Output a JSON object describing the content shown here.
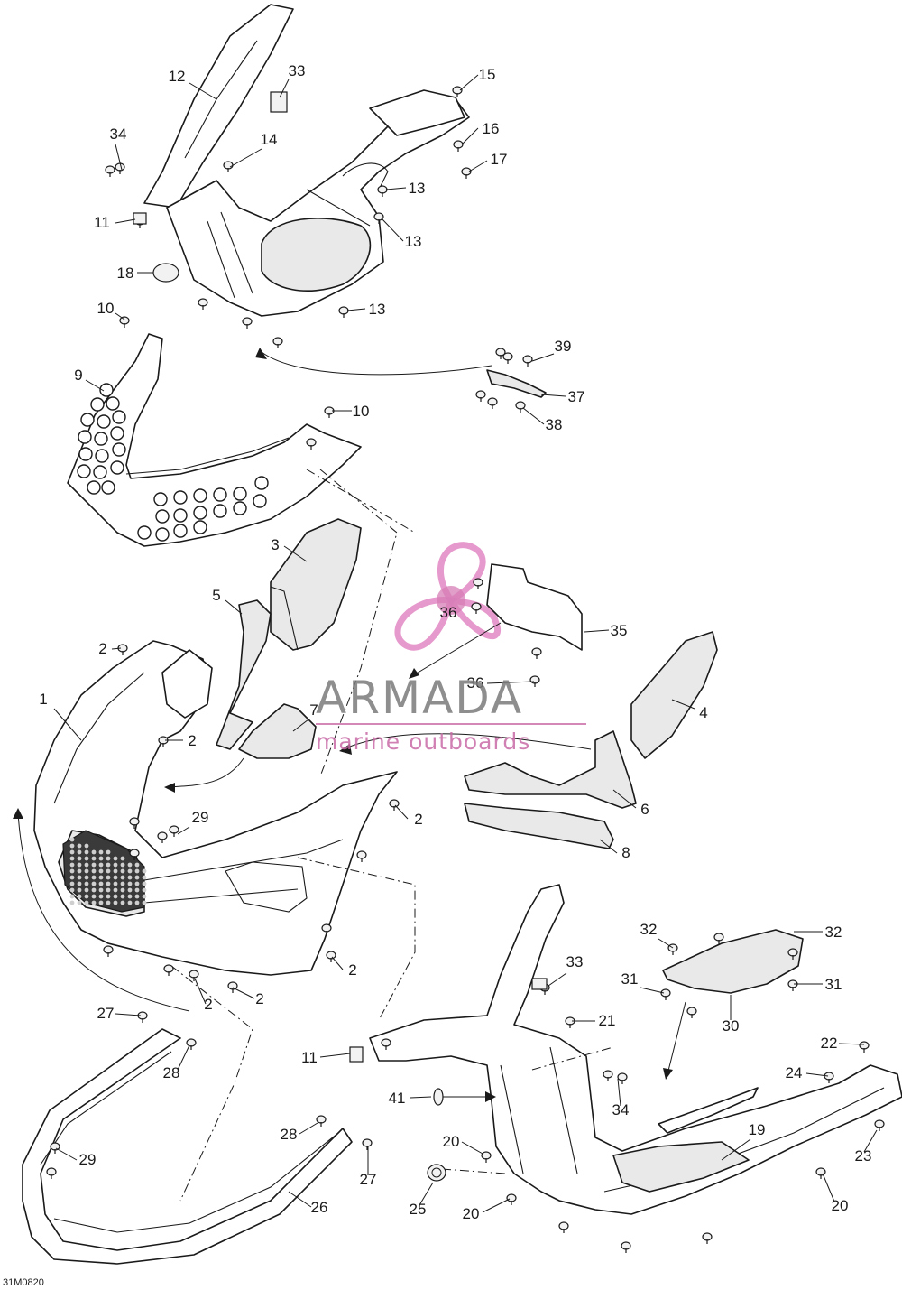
{
  "figure_code": "31M0820",
  "watermark": {
    "brand": "ARMADA",
    "tagline": "marine outboards",
    "logo": "propeller-logo",
    "colors": {
      "logo": "#e07fbf",
      "brand": "#7a7a7a",
      "tagline": "#c86aa6"
    }
  },
  "callouts": [
    "1",
    "2",
    "3",
    "4",
    "5",
    "6",
    "7",
    "8",
    "9",
    "10",
    "11",
    "12",
    "13",
    "14",
    "15",
    "16",
    "17",
    "18",
    "19",
    "20",
    "21",
    "22",
    "23",
    "24",
    "25",
    "26",
    "27",
    "28",
    "29",
    "30",
    "31",
    "32",
    "33",
    "34",
    "35",
    "36",
    "37",
    "38",
    "39",
    "41"
  ],
  "icons": [
    "bolt-icon",
    "clip-icon",
    "push-rivet-icon",
    "washer-icon",
    "arrow-icon"
  ]
}
